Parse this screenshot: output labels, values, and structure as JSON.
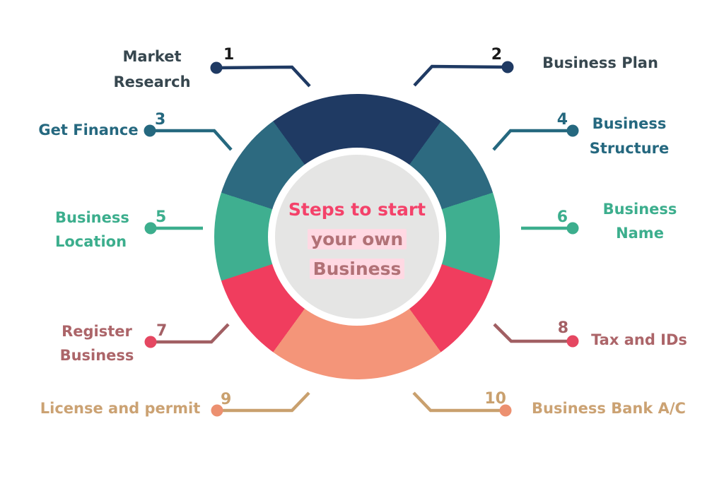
{
  "title": {
    "line1": "Steps to start",
    "line2": "your own",
    "line3": "Business"
  },
  "steps": [
    {
      "number": "1",
      "label": "Market Research",
      "color_group": "navy"
    },
    {
      "number": "2",
      "label": "Business Plan",
      "color_group": "navy"
    },
    {
      "number": "3",
      "label": "Get Finance",
      "color_group": "teal"
    },
    {
      "number": "4",
      "label": "Business Structure",
      "color_group": "teal"
    },
    {
      "number": "5",
      "label": "Business Location",
      "color_group": "green"
    },
    {
      "number": "6",
      "label": "Business Name",
      "color_group": "green"
    },
    {
      "number": "7",
      "label": "Register Business",
      "color_group": "red"
    },
    {
      "number": "8",
      "label": "Tax and IDs",
      "color_group": "red"
    },
    {
      "number": "9",
      "label": "License and permit",
      "color_group": "salmon"
    },
    {
      "number": "10",
      "label": "Business Bank A/C",
      "color_group": "salmon"
    }
  ],
  "palette": {
    "navy": "#1F3A63",
    "teal": "#25687F",
    "wheel_teal": "#2D6A80",
    "green": "#3CAE8D",
    "wheel_green": "#3FAF90",
    "crimson": "#F03D5E",
    "salmon": "#F49579",
    "slate_text": "#37474F",
    "rose_text": "#AC6569",
    "rose_line": "#A15F63",
    "dot_crimson": "#E54761",
    "dot_salmon": "#EC9070",
    "tan_text": "#CBA273",
    "tan_line": "#C9A06E",
    "numbers_black": "#1A1A1A",
    "title_pink": "#F4426A",
    "title_mauve": "#B17176",
    "title_highlight": "#FFD9E3",
    "center_gray": "#E5E5E4",
    "background": "#FFFFFF"
  }
}
